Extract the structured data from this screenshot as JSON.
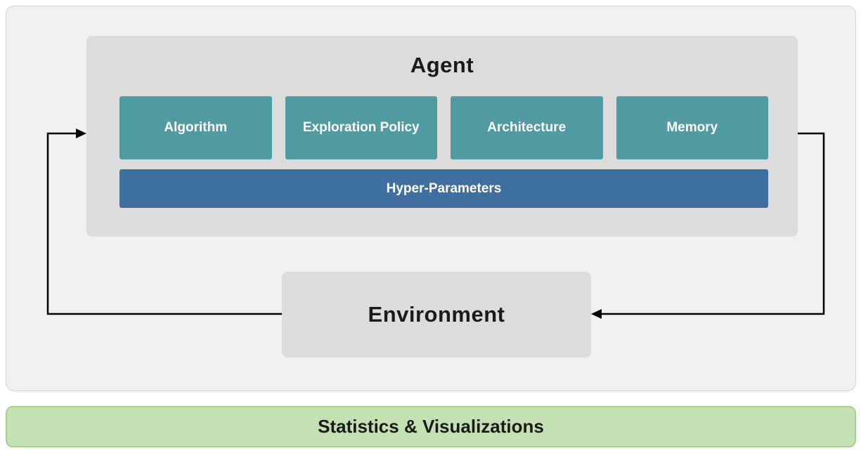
{
  "diagram": {
    "agent": {
      "title": "Agent",
      "components": [
        {
          "label": "Algorithm"
        },
        {
          "label": "Exploration Policy"
        },
        {
          "label": "Architecture"
        },
        {
          "label": "Memory"
        }
      ],
      "hyper_parameters_label": "Hyper-Parameters"
    },
    "environment": {
      "title": "Environment"
    },
    "footer": {
      "label": "Statistics & Visualizations"
    },
    "colors": {
      "component_teal": "#4f9ba1",
      "hyper_params_blue": "#3f6f9f",
      "container_gray": "#dcdcdc",
      "outer_gray": "#f1f1f2",
      "footer_green": "#c5e0b3",
      "footer_border": "#a8d08d",
      "arrow_black": "#000000"
    }
  }
}
